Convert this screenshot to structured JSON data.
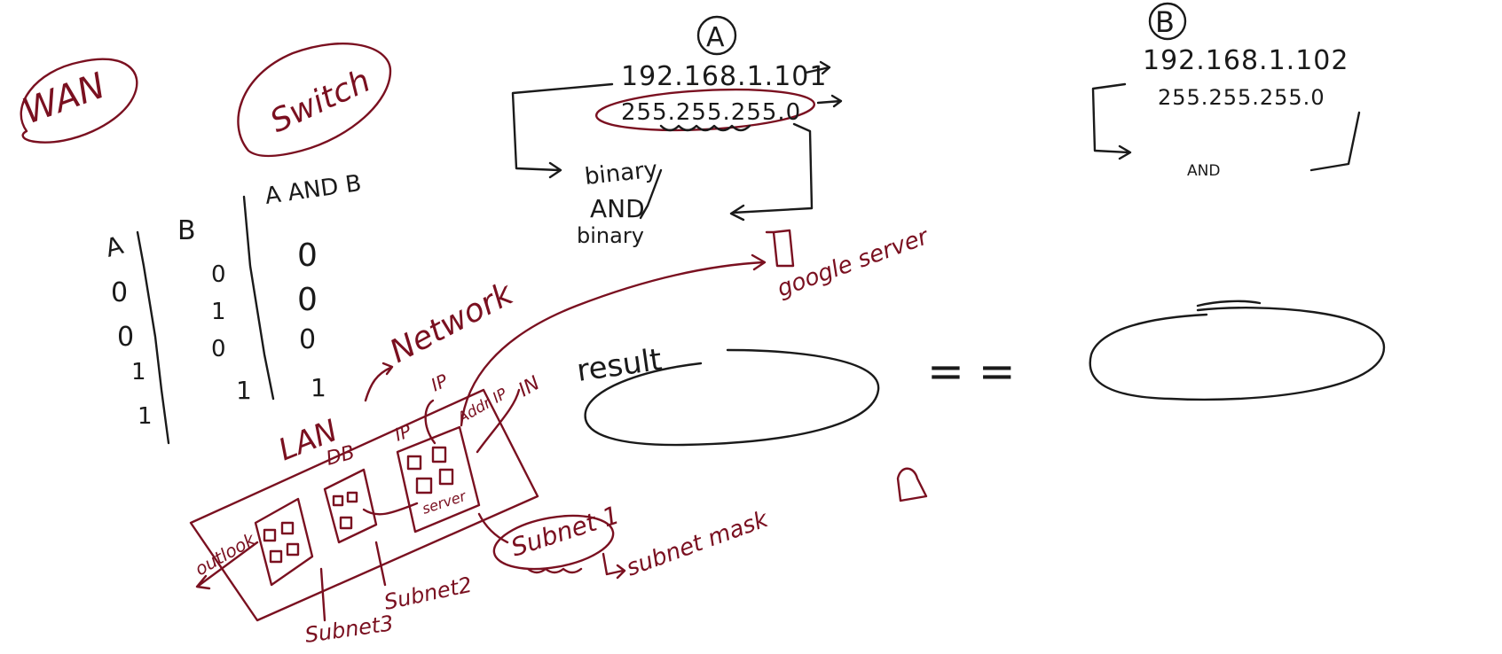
{
  "colors": {
    "black_ink": "#1a1a1a",
    "red_ink": "#7a1020",
    "background": "#ffffff"
  },
  "labels": {
    "wan": "WAN",
    "switch": "Switch",
    "lan": "LAN",
    "network": "Network",
    "google_server": "google server",
    "result": "result",
    "equals": "= =",
    "ip1": "IP",
    "ip2": "IP",
    "ip3": "Addr IP",
    "in": "IN",
    "db": "DB",
    "server": "server",
    "outlook": "outlook",
    "subnet1": "Subnet 1",
    "subnet2": "Subnet2",
    "subnet3": "Subnet3",
    "subnet_mask": "subnet mask"
  },
  "truth_table": {
    "col_a": "A",
    "col_b": "B",
    "col_out": "A AND B",
    "rows": [
      {
        "a": "0",
        "b": "0",
        "out": "0"
      },
      {
        "a": "0",
        "b": "1",
        "out": "0"
      },
      {
        "a": "1",
        "b": "0",
        "out": "0"
      },
      {
        "a": "1",
        "b": "1",
        "out": "1"
      }
    ]
  },
  "host_a": {
    "marker": "A",
    "ip": "192.168.1.101",
    "mask": "255.255.255.0",
    "binary_top": "binary",
    "and_label": "AND",
    "binary_bottom": "binary"
  },
  "host_b": {
    "marker": "B",
    "ip": "192.168.1.102",
    "mask": "255.255.255.0",
    "and_label": "AND"
  }
}
